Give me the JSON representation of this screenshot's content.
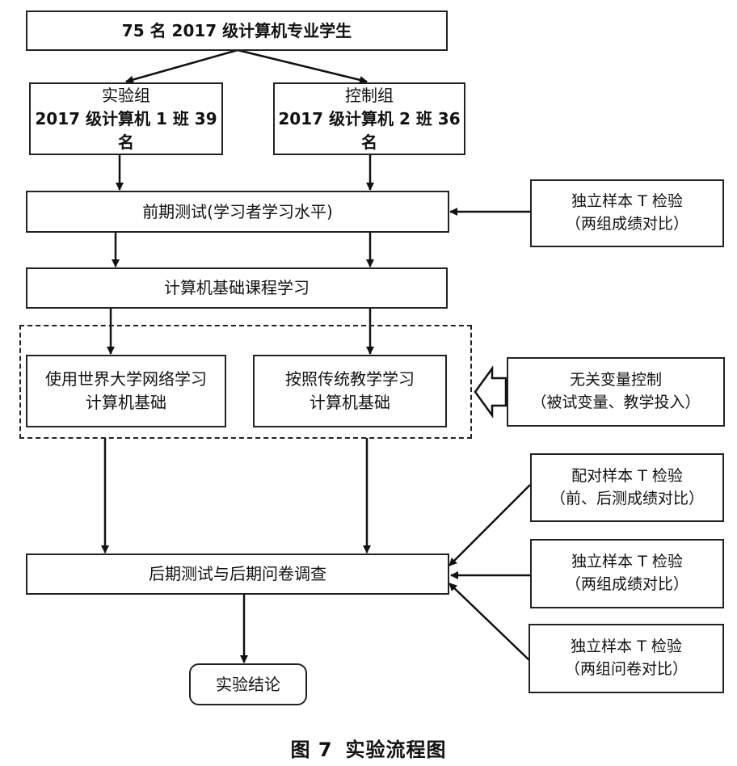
{
  "top_box": "75 名 2017 级计算机专业学生",
  "exp_group": {
    "title": "实验组",
    "desc": "2017 级计算机 1 班 39 名"
  },
  "ctrl_group": {
    "title": "控制组",
    "desc": "2017 级计算机 2 班 36 名"
  },
  "pretest": "前期测试(学习者学习水平)",
  "course": "计算机基础课程学习",
  "method_exp": {
    "line1": "使用世界大学网络学习",
    "line2": "计算机基础"
  },
  "method_ctrl": {
    "line1": "按照传统教学学习",
    "line2": "计算机基础"
  },
  "posttest": "后期测试与后期问卷调查",
  "conclusion": "实验结论",
  "side_pretest": {
    "line1": "独立样本 T 检验",
    "line2": "（两组成绩对比）"
  },
  "side_control": {
    "line1": "无关变量控制",
    "line2": "（被试变量、教学投入）"
  },
  "side_paired": {
    "line1": "配对样本 T 检验",
    "line2": "（前、后测成绩对比）"
  },
  "side_post_scores": {
    "line1": "独立样本 T 检验",
    "line2": "（两组成绩对比）"
  },
  "side_post_survey": {
    "line1": "独立样本 T 检验",
    "line2": "（两组问卷对比）"
  },
  "caption": {
    "figure_no": "图 7",
    "title": "实验流程图"
  }
}
